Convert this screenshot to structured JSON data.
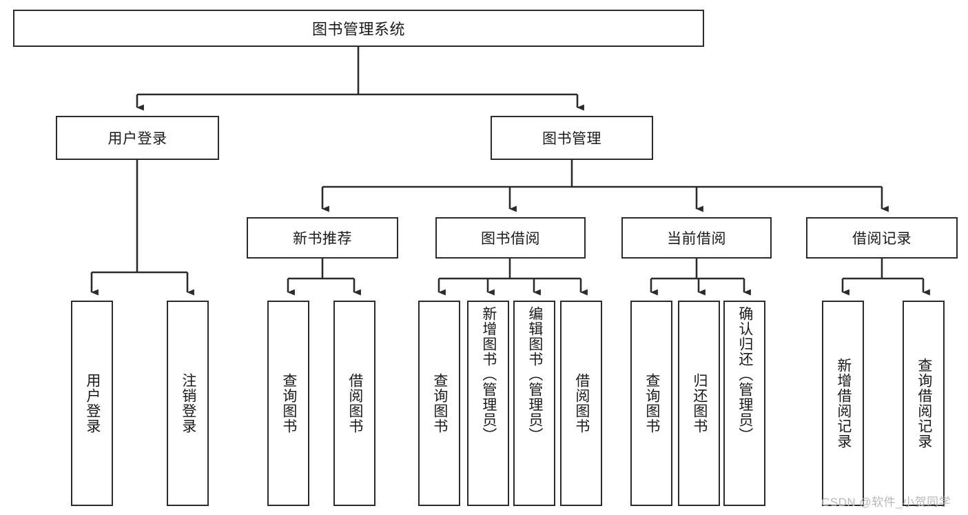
{
  "diagram": {
    "title": "图书管理系统",
    "type": "hierarchy-tree",
    "root": {
      "label": "图书管理系统",
      "name": "node-book-management-system"
    },
    "level2": [
      {
        "label": "用户登录",
        "name": "node-user-login"
      },
      {
        "label": "图书管理",
        "name": "node-book-management"
      }
    ],
    "level3": [
      {
        "label": "新书推荐",
        "name": "node-new-book-recommend"
      },
      {
        "label": "图书借阅",
        "name": "node-book-borrow"
      },
      {
        "label": "当前借阅",
        "name": "node-current-borrow"
      },
      {
        "label": "借阅记录",
        "name": "node-borrow-record"
      }
    ],
    "leaves": {
      "user_login": [
        {
          "label": "用户登录",
          "name": "leaf-user-login"
        },
        {
          "label": "注销登录",
          "name": "leaf-logout"
        }
      ],
      "new_book_recommend": [
        {
          "label": "查询图书",
          "name": "leaf-query-book-1"
        },
        {
          "label": "借阅图书",
          "name": "leaf-borrow-book-1"
        }
      ],
      "book_borrow": [
        {
          "label": "查询图书",
          "name": "leaf-query-book-2"
        },
        {
          "label": "新增图书（管理员）",
          "name": "leaf-add-book-admin"
        },
        {
          "label": "编辑图书（管理员）",
          "name": "leaf-edit-book-admin"
        },
        {
          "label": "借阅图书",
          "name": "leaf-borrow-book-2"
        }
      ],
      "current_borrow": [
        {
          "label": "查询图书",
          "name": "leaf-query-book-3"
        },
        {
          "label": "归还图书",
          "name": "leaf-return-book"
        },
        {
          "label": "确认归还（管理员）",
          "name": "leaf-confirm-return-admin"
        }
      ],
      "borrow_record": [
        {
          "label": "新增借阅记录",
          "name": "leaf-add-borrow-record"
        },
        {
          "label": "查询借阅记录",
          "name": "leaf-query-borrow-record"
        }
      ]
    },
    "watermark": "CSDN @软件_小贺同学",
    "colors": {
      "stroke": "#2b2b2b",
      "fill": "#ffffff",
      "text": "#1a1a1a",
      "watermark": "#b9b9b9"
    }
  }
}
